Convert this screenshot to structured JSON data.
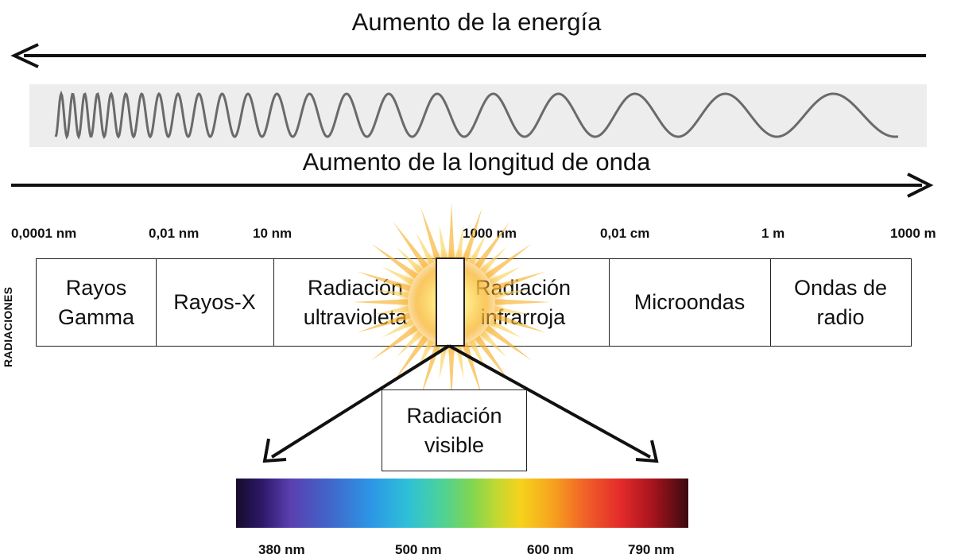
{
  "header": {
    "energy_label": "Aumento de la energía",
    "wavelength_label": "Aumento de la longitud de onda"
  },
  "scale_ticks": [
    "0,0001 nm",
    "0,01 nm",
    "10 nm",
    "1000 nm",
    "0,01 cm",
    "1 m",
    "1000 m"
  ],
  "side_label": "RADIACIONES",
  "bands": [
    {
      "label": "Rayos\nGamma"
    },
    {
      "label": "Rayos-X"
    },
    {
      "label": "Radiación\nultravioleta"
    },
    {
      "label": "Radiación\ninfrarroja"
    },
    {
      "label": "Microondas"
    },
    {
      "label": "Ondas de\nradio"
    }
  ],
  "visible_box": {
    "label": "Radiación\nvisible"
  },
  "spectrum_ticks": [
    "380 nm",
    "500 nm",
    "600 nm",
    "790 nm"
  ],
  "colors": {
    "arrow": "#111111",
    "wave": "#6a6a6a",
    "panel": "#ededed",
    "sun_core": "#fff8c0",
    "sun_mid": "#f7b52c"
  }
}
